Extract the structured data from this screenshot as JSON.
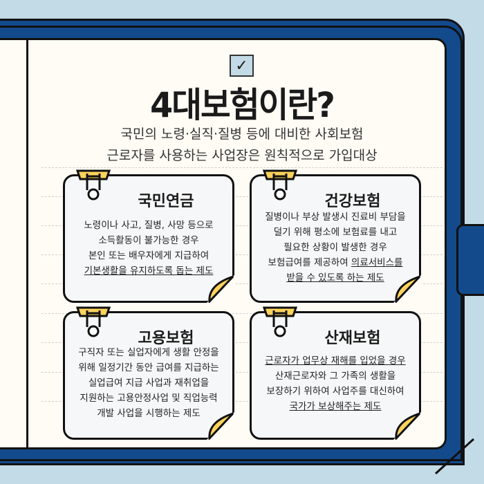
{
  "header": {
    "title": "4대보험이란?",
    "subtitle_lines": [
      "국민의 노령·실직·질병 등에 대비한 사회보험",
      "근로자를 사용하는 사업장은 원칙적으로 가입대상"
    ]
  },
  "cards": [
    {
      "title": "국민연금",
      "lines": [
        "노령이나 사고, 질병, 사망 등으로",
        "소득활동이 불가능한 경우",
        "본인 또는 배우자에게 지급하여",
        "기본생활을 유지하도록 돕는 제도"
      ]
    },
    {
      "title": "건강보험",
      "lines": [
        "질병이나 부상 발생시 진료비 부담을",
        "덜기 위해 평소에 보험료를 내고",
        "필요한 상황이 발생한 경우",
        "보험급여를 제공하여 ",
        "의료서비스를",
        "받을 수 있도록 하는 제도"
      ]
    },
    {
      "title": "고용보험",
      "lines": [
        "구직자 또는 실업자에게 생활 안정을",
        "위해 일정기간 동안 급여를 지급하는",
        "실업급여 지급 사업과 재취업을",
        "지원하는 고용안정사업 및 직업능력",
        "개발 사업을 시행하는 제도"
      ]
    },
    {
      "title": "산재보험",
      "lines": [
        "근로자가 업무상 재해를 입었을 경우",
        "산재근로자와 그 가족의 생활을",
        "보장하기 위하여 사업주를 대신하여",
        "국가가 보상해주는 제도"
      ]
    }
  ],
  "colors": {
    "background": "#c3dbe6",
    "cover": "#134a8c",
    "paper": "#fefcf5",
    "accent": "#fdd35b"
  }
}
